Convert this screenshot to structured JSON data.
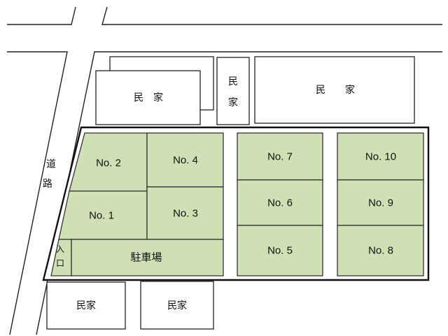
{
  "road": {
    "label_line1": "道",
    "label_line2": "路"
  },
  "houses": {
    "top_left": "民　家",
    "top_small_line1": "民",
    "top_small_line2": "家",
    "top_right": "民　　家",
    "bottom_left": "民家",
    "bottom_center": "民家"
  },
  "lots": {
    "no1": "No. 1",
    "no2": "No. 2",
    "no3": "No. 3",
    "no4": "No. 4",
    "no5": "No. 5",
    "no6": "No. 6",
    "no7": "No. 7",
    "no8": "No. 8",
    "no9": "No. 9",
    "no10": "No. 10"
  },
  "parking": "駐車場",
  "entrance": {
    "line1": "入",
    "line2": "口"
  },
  "colors": {
    "lot_fill": "#cfe0b4",
    "outline": "#222222",
    "background": "#ffffff"
  }
}
